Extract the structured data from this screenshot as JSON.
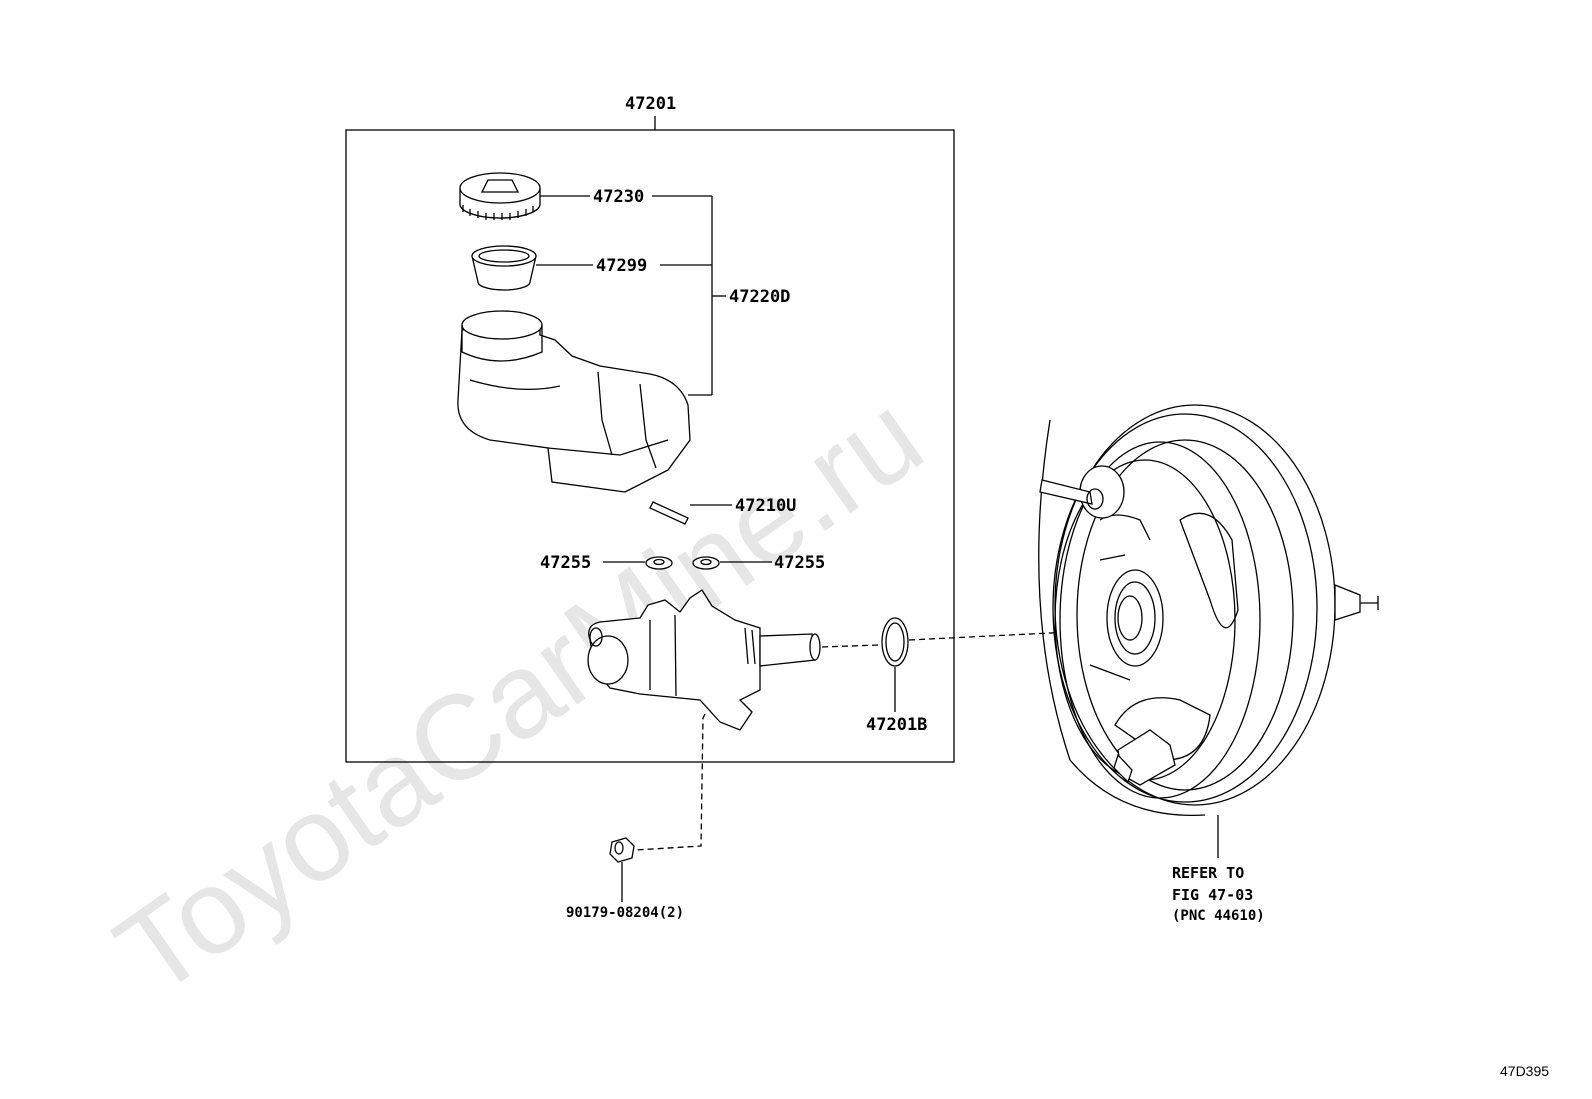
{
  "watermark": "ToyotaCarMine.ru",
  "diagram_code": "47D395",
  "labels": {
    "assembly": "47201",
    "cap": "47230",
    "strainer": "47299",
    "reservoir_set": "47220D",
    "pin": "47210U",
    "grommet_left": "47255",
    "grommet_right": "47255",
    "o_ring": "47201B",
    "nut": "90179-08204(2)"
  },
  "booster_reference": {
    "line1": "REFER TO",
    "line2": "FIG 47-03",
    "line3": "(PNC 44610)"
  }
}
